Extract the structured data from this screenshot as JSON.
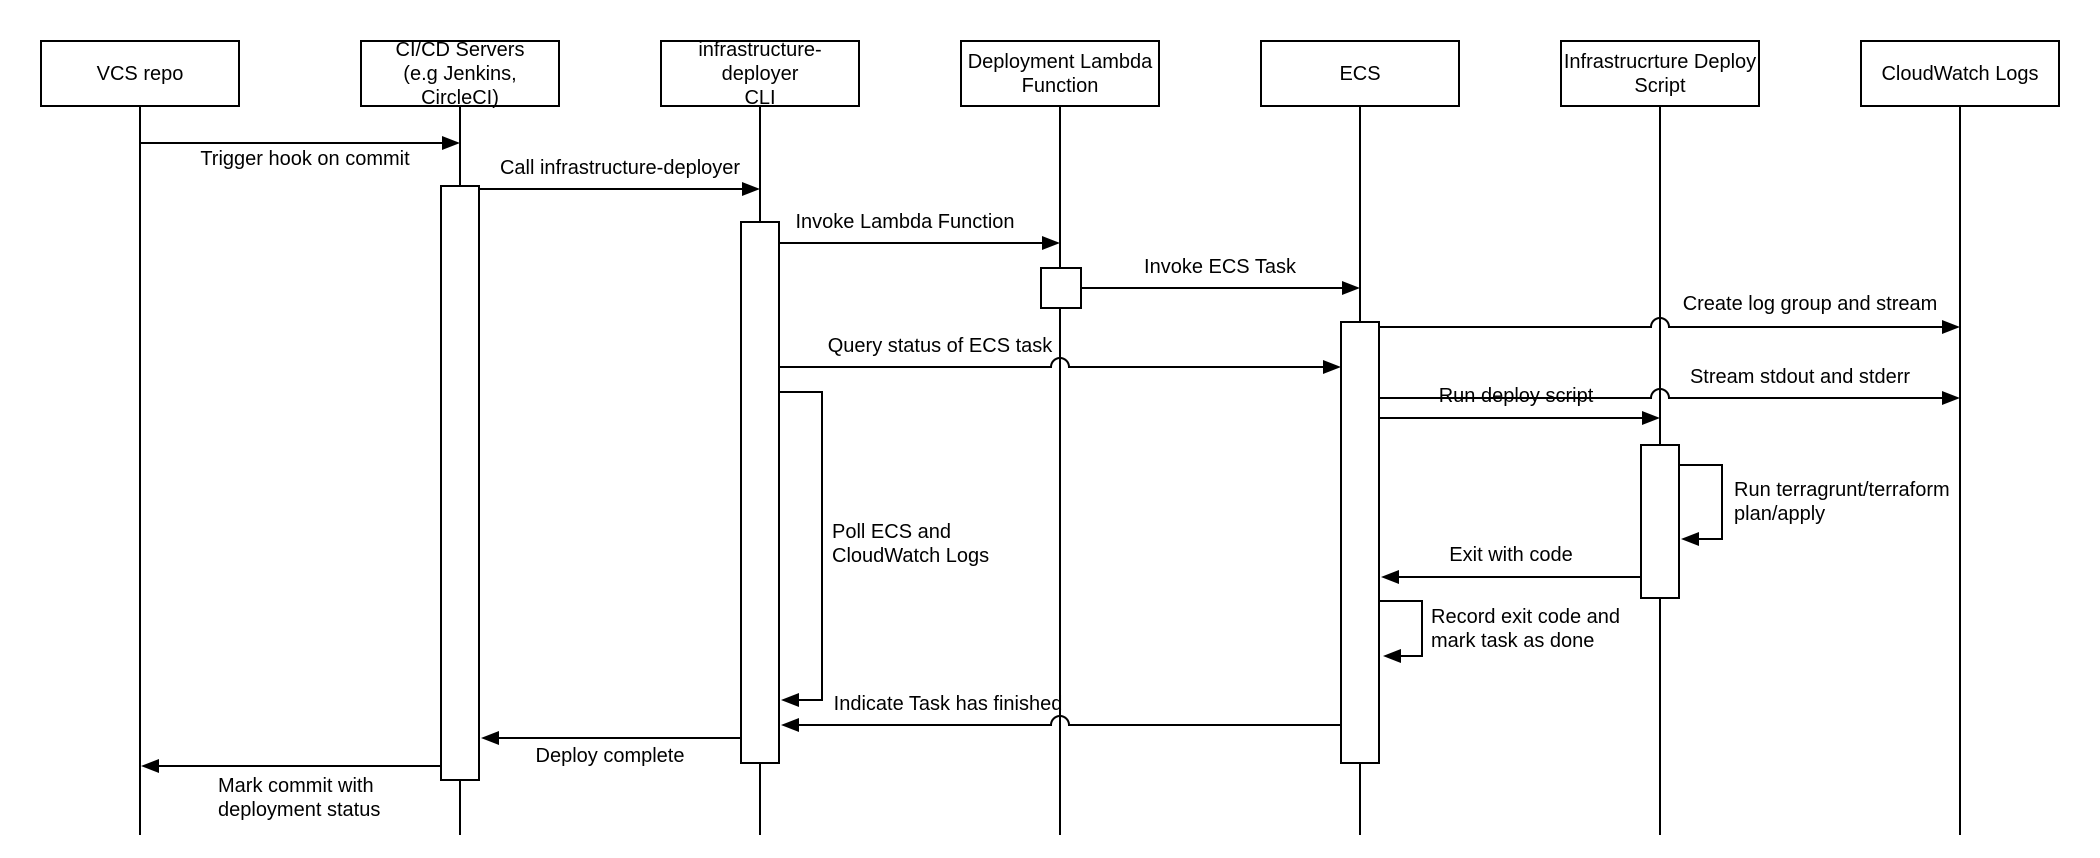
{
  "diagram": {
    "type": "uml-sequence-diagram",
    "background_color": "#ffffff",
    "line_color": "#000000",
    "actors": {
      "vcs": "VCS repo",
      "cicd": "CI/CD Servers\n(e.g Jenkins, CircleCI)",
      "cli": "infrastructure-deployer\nCLI",
      "lambda": "Deployment Lambda\nFunction",
      "ecs": "ECS",
      "deploy_script": "Infrastrucrture Deploy\nScript",
      "cloudwatch": "CloudWatch Logs"
    },
    "messages": {
      "trigger": "Trigger hook on commit",
      "call": "Call infrastructure-deployer",
      "invoke_lambda": "Invoke Lambda Function",
      "invoke_ecs": "Invoke ECS Task",
      "create_log": "Create log group and stream",
      "query_status": "Query status of ECS task",
      "stream_logs": "Stream stdout and stderr",
      "poll": "Poll ECS and\nCloudWatch Logs",
      "run_deploy": "Run deploy script",
      "terragrunt": "Run terragrunt/terraform\nplan/apply",
      "exit_code": "Exit with code",
      "record_exit": "Record exit code and\nmark task as done",
      "indicate_finished": "Indicate Task has finished",
      "deploy_complete": "Deploy complete",
      "mark_commit": "Mark commit with\ndeployment status"
    }
  }
}
